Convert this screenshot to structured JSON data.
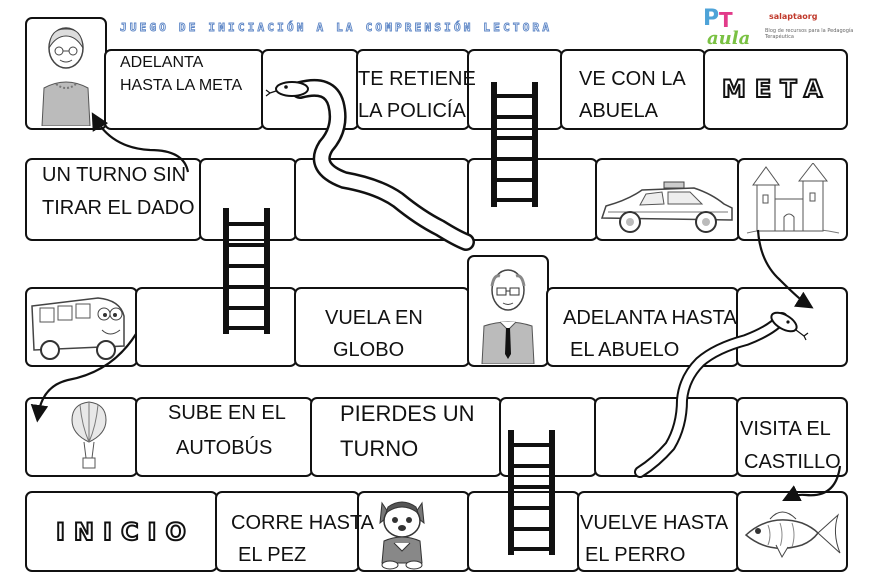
{
  "header": {
    "title": "JUEGO DE INICIACIÓN A LA COMPRENSIÓN LECTORA",
    "logo_p": "P",
    "logo_t": "T",
    "logo_aula": "aula",
    "logo_site": "salaptaorg",
    "logo_tagline": "Blog de recursos para la Pedagogía Terapéutica"
  },
  "squares": {
    "meta": "META",
    "inicio": "INICIO",
    "adelanta_meta_1": "ADELANTA",
    "adelanta_meta_2": "HASTA LA META",
    "retiene_1": "TE RETIENE",
    "retiene_2": "LA POLICÍA",
    "abuela_1": "VE CON LA",
    "abuela_2": "ABUELA",
    "turno_sin_1": "UN TURNO SIN",
    "turno_sin_2": "TIRAR EL DADO",
    "globo_1": "VUELA EN",
    "globo_2": "GLOBO",
    "abuelo_1": "ADELANTA HASTA",
    "abuelo_2": "EL ABUELO",
    "autobus_1": "SUBE EN EL",
    "autobus_2": "AUTOBÚS",
    "pierdes_1": "PIERDES UN",
    "pierdes_2": "TURNO",
    "castillo_1": "VISITA EL",
    "castillo_2": "CASTILLO",
    "pez_1": "CORRE HASTA",
    "pez_2": "EL PEZ",
    "perro_1": "VUELVE HASTA",
    "perro_2": "EL PERRO"
  },
  "pictures": {
    "row1_col1": "grandmother-picture",
    "row2_col6": "police-car-picture",
    "row2_col7": "castle-picture",
    "row3_col1": "bus-picture",
    "row3_col4": "grandfather-picture",
    "row4_col1": "balloon-picture",
    "row5_col3": "puppy-picture",
    "row5_col7": "fish-picture"
  },
  "colors": {
    "title_outline": "#5d86c6",
    "ink": "#111111"
  }
}
